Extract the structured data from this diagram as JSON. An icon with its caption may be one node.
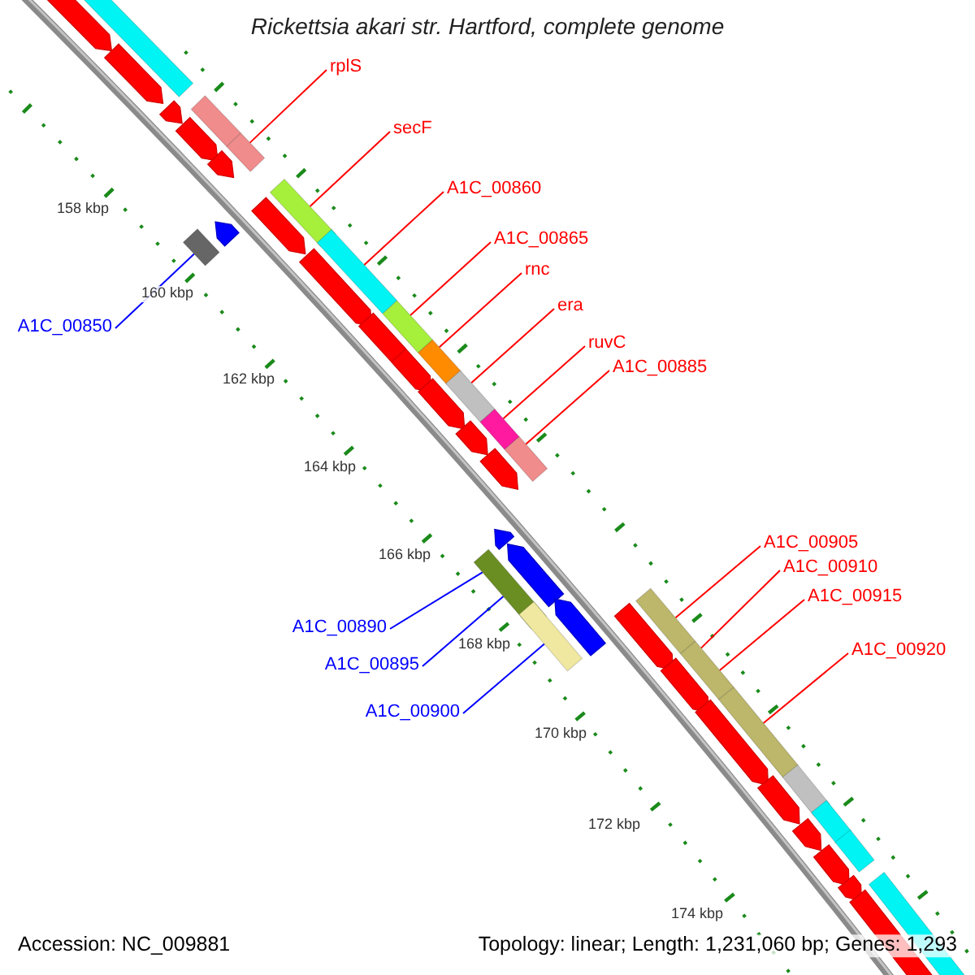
{
  "diagram": {
    "title": "Rickettsia akari str. Hartford, complete genome",
    "nodes": [
      {
        "text": [
          "rplS"
        ]
      },
      {
        "text": [
          "secF"
        ]
      },
      {
        "text": [
          "A1C_00860"
        ]
      },
      {
        "text": [
          "A1C_00865"
        ]
      },
      {
        "text": [
          "rnc"
        ]
      },
      {
        "text": [
          "era"
        ]
      },
      {
        "text": [
          "A1C_00850"
        ]
      },
      {
        "text": [
          "ruvC"
        ]
      },
      {
        "text": [
          "A1C_00885"
        ]
      },
      {
        "text": [
          "A1C_00905"
        ]
      },
      {
        "text": [
          "A1C_00910"
        ]
      },
      {
        "text": [
          "A1C_00915"
        ]
      },
      {
        "text": [
          "A1C_00890"
        ]
      },
      {
        "text": [
          "A1C_00920"
        ]
      },
      {
        "text": [
          "A1C_00895"
        ]
      },
      {
        "text": [
          "A1C_00900"
        ]
      },
      {
        "text": [],
        "shape": "bar"
      },
      {
        "text": [],
        "shape": "bar"
      },
      {
        "text": [],
        "shape": "bar"
      },
      {
        "text": [],
        "shape": "bar"
      },
      {
        "text": [],
        "shape": "bar"
      },
      {
        "text": [],
        "shape": "bar"
      },
      {
        "text": [],
        "shape": "bar"
      },
      {
        "text": [],
        "shape": "bar"
      },
      {
        "text": [],
        "shape": "bar"
      },
      {
        "text": [],
        "shape": "bar"
      },
      {
        "text": [],
        "shape": "bar"
      },
      {
        "text": [],
        "shape": "bar"
      },
      {
        "text": [],
        "shape": "bar"
      },
      {
        "text": [],
        "shape": "bar"
      },
      {
        "text": [],
        "shape": "bar"
      },
      {
        "text": [],
        "shape": "bar"
      },
      {
        "text": [],
        "shape": "bar"
      },
      {
        "text": [],
        "shape": "bar"
      },
      {
        "text": [],
        "shape": "bar"
      },
      {
        "text": [],
        "shape": "bar"
      }
    ],
    "edges": [
      {
        "from": 0,
        "to": 18,
        "arrow": "none"
      },
      {
        "from": 1,
        "to": 19,
        "arrow": "none"
      },
      {
        "from": 2,
        "to": 21,
        "arrow": "none"
      },
      {
        "from": 3,
        "to": 22,
        "arrow": "none"
      },
      {
        "from": 4,
        "to": 23,
        "arrow": "none"
      },
      {
        "from": 5,
        "to": 24,
        "arrow": "none"
      },
      {
        "from": 6,
        "to": 20,
        "arrow": "none",
        "color": "#0000ff"
      },
      {
        "from": 7,
        "to": 25,
        "arrow": "none"
      },
      {
        "from": 8,
        "to": 26,
        "arrow": "none"
      },
      {
        "from": 9,
        "to": 28,
        "arrow": "none"
      },
      {
        "from": 10,
        "to": 30,
        "arrow": "none"
      },
      {
        "from": 11,
        "to": 30,
        "arrow": "none"
      },
      {
        "from": 12,
        "to": 27,
        "arrow": "none",
        "color": "#0000ff"
      },
      {
        "from": 13,
        "to": 31,
        "arrow": "none"
      },
      {
        "from": 14,
        "to": 27,
        "arrow": "none",
        "color": "#0000ff"
      },
      {
        "from": 15,
        "to": 29,
        "arrow": "none",
        "color": "#0000ff"
      }
    ],
    "labels": [
      "158 kbp",
      "160 kbp",
      "162 kbp",
      "164 kbp",
      "166 kbp",
      "168 kbp",
      "170 kbp",
      "172 kbp",
      "174 kbp",
      "Accession: NC_009881",
      "Topology: linear; Length: 1,231,060 bp; Genes: 1,293"
    ]
  }
}
